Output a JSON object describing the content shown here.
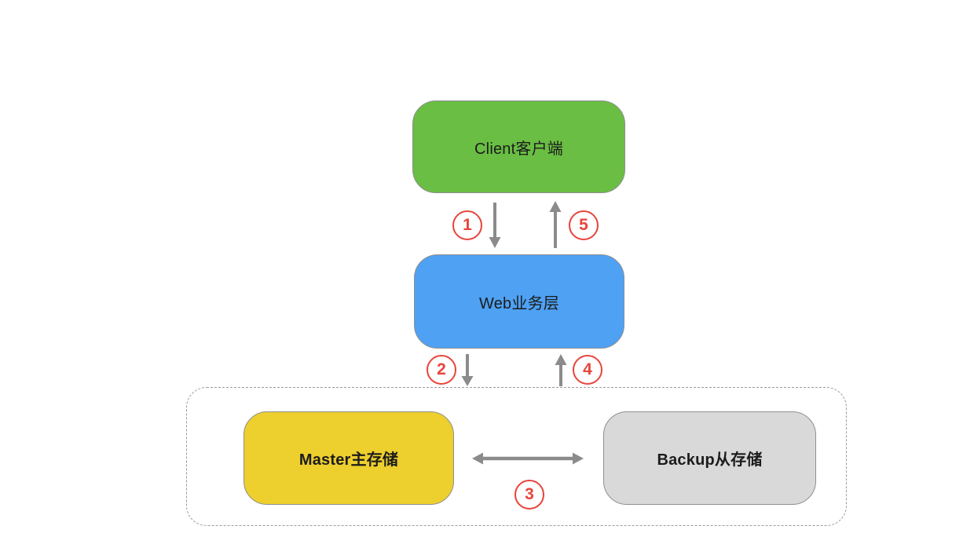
{
  "diagram": {
    "nodes": {
      "client": {
        "label": "Client客户端",
        "color": "#69be43"
      },
      "web": {
        "label": "Web业务层",
        "color": "#4ea1f3"
      },
      "master": {
        "label": "Master主存储",
        "color": "#edcf2e"
      },
      "backup": {
        "label": "Backup从存储",
        "color": "#d9d9d9"
      }
    },
    "steps": [
      {
        "number": "1"
      },
      {
        "number": "2"
      },
      {
        "number": "3"
      },
      {
        "number": "4"
      },
      {
        "number": "5"
      }
    ],
    "colors": {
      "arrow": "#8b8b8b",
      "badge": "#e8443b",
      "node_border": "#8f8f8f",
      "group_border": "#9b9b9b"
    }
  }
}
